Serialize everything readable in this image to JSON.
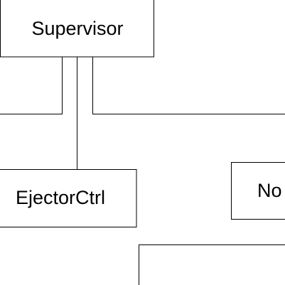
{
  "diagram": {
    "nodes": [
      {
        "id": "supervisor",
        "label": "Supervisor"
      },
      {
        "id": "ejector",
        "label": "EjectorCtrl"
      },
      {
        "id": "right",
        "label": "No"
      },
      {
        "id": "bottom",
        "label": ""
      }
    ],
    "edges": [
      {
        "from": "supervisor",
        "to": "offscreen-left"
      },
      {
        "from": "supervisor",
        "to": "ejector"
      },
      {
        "from": "supervisor",
        "to": "offscreen-right"
      }
    ],
    "colors": {
      "stroke": "#000000",
      "fill": "#ffffff",
      "text": "#000000"
    }
  }
}
